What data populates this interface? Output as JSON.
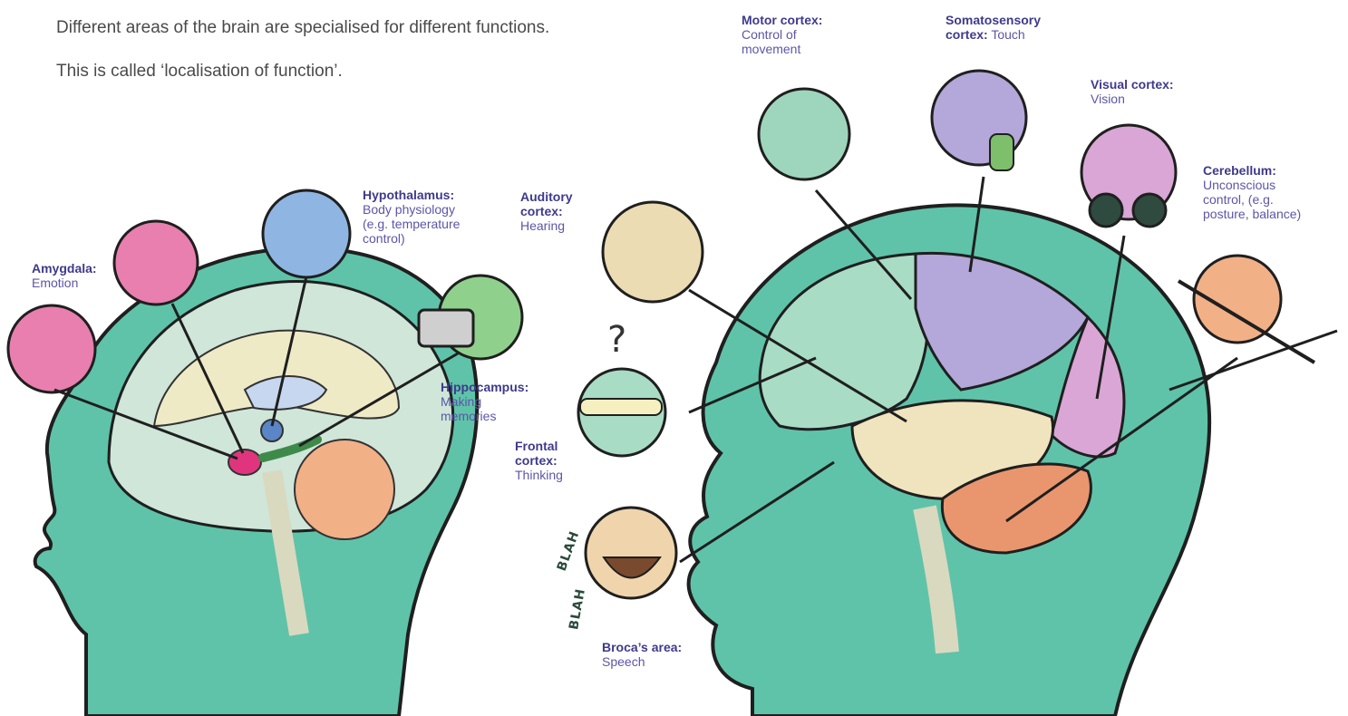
{
  "intro": {
    "line1": "Different areas of the brain are specialised for different functions.",
    "line2": "This is called ‘localisation of function’."
  },
  "labels": {
    "amygdala": {
      "title": "Amygdala:",
      "text": "Emotion"
    },
    "hypothalamus": {
      "title": "Hypothalamus:",
      "text": [
        "Body physiology",
        "(e.g. temperature",
        "control)"
      ]
    },
    "hippocampus": {
      "title": "Hippocampus:",
      "text": [
        "Making",
        "memories"
      ]
    },
    "auditory": {
      "title": [
        "Auditory",
        "cortex:"
      ],
      "text": "Hearing"
    },
    "frontal": {
      "title": [
        "Frontal",
        "cortex:"
      ],
      "text": "Thinking"
    },
    "broca": {
      "title": "Broca’s area:",
      "text": "Speech"
    },
    "motor": {
      "title": "Motor cortex:",
      "text": [
        "Control of",
        "movement"
      ]
    },
    "somatosensory": {
      "title": [
        "Somatosensory",
        "cortex:"
      ],
      "text": "Touch"
    },
    "visual": {
      "title": "Visual cortex:",
      "text": "Vision"
    },
    "cerebellum": {
      "title": "Cerebellum:",
      "text": [
        "Unconscious",
        "control, (e.g.",
        "posture, balance)"
      ]
    }
  },
  "doodles": {
    "blah1": "BLAH",
    "blah2": "BLAH",
    "question": "?"
  },
  "colors": {
    "head": "#5fc3a9",
    "head_outline": "#1f1f1f",
    "label_title": "#3e3a8c",
    "label_text": "#5b56a8",
    "amygdala": "#e97fae",
    "hypothalamus": "#8fb5e2",
    "hippocampus": "#8fd18c",
    "auditory": "#ecdcb3",
    "frontal": "#a9dcc5",
    "broca": "#f0d5ac",
    "motor": "#9ed6bd",
    "somatosensory": "#b4a7d9",
    "visual": "#d9a6d6",
    "cerebellum": "#f2b087"
  }
}
